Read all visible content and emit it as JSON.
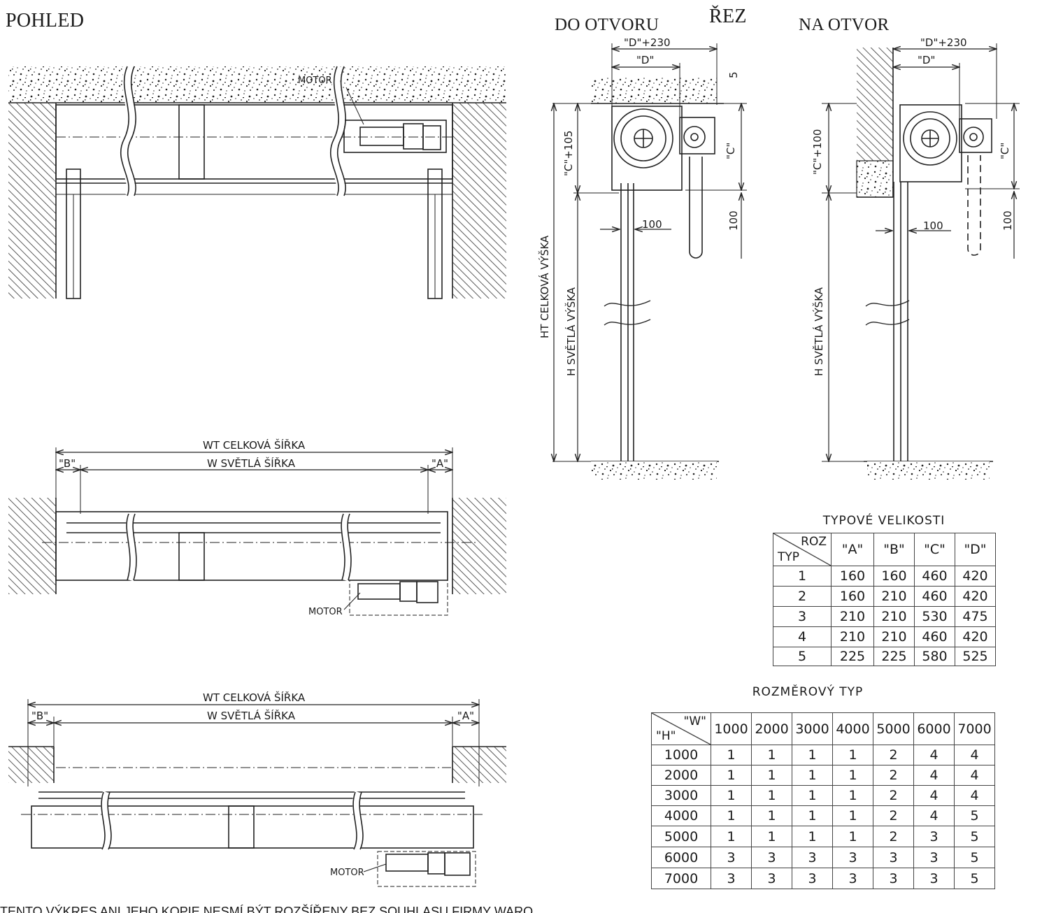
{
  "titles": {
    "view": "POHLED",
    "section": "ŘEZ",
    "into_opening": "DO OTVORU",
    "onto_opening": "NA OTVOR"
  },
  "labels": {
    "motor": "MOTOR",
    "wt": "WT  CELKOVÁ  ŠÍŘKA",
    "w": "W  SVĚTLÁ  ŠÍŘKA",
    "a": "\"A\"",
    "b": "\"B\"",
    "ht": "HT  CELKOVÁ  VÝŠKA",
    "h": "H  SVĚTLÁ  VÝŠKA",
    "d": "\"D\"",
    "d230": "\"D\"+230",
    "c": "\"C\"",
    "c105": "\"C\"+105",
    "c100": "\"C\"+100",
    "n100": "100",
    "n5": "5"
  },
  "table_types": {
    "caption": "TYPOVÉ  VELIKOSTI",
    "corner_top": "ROZ",
    "corner_bottom": "TYP",
    "headers": [
      "\"A\"",
      "\"B\"",
      "\"C\"",
      "\"D\""
    ],
    "rows": [
      {
        "typ": "1",
        "values": [
          "160",
          "160",
          "460",
          "420"
        ]
      },
      {
        "typ": "2",
        "values": [
          "160",
          "210",
          "460",
          "420"
        ]
      },
      {
        "typ": "3",
        "values": [
          "210",
          "210",
          "530",
          "475"
        ]
      },
      {
        "typ": "4",
        "values": [
          "210",
          "210",
          "460",
          "420"
        ]
      },
      {
        "typ": "5",
        "values": [
          "225",
          "225",
          "580",
          "525"
        ]
      }
    ]
  },
  "table_sizes": {
    "caption": "ROZMĚROVÝ  TYP",
    "corner_top": "\"W\"",
    "corner_bottom": "\"H\"",
    "headers": [
      "1000",
      "2000",
      "3000",
      "4000",
      "5000",
      "6000",
      "7000"
    ],
    "rows": [
      {
        "h": "1000",
        "values": [
          "1",
          "1",
          "1",
          "1",
          "2",
          "4",
          "4"
        ]
      },
      {
        "h": "2000",
        "values": [
          "1",
          "1",
          "1",
          "1",
          "2",
          "4",
          "4"
        ]
      },
      {
        "h": "3000",
        "values": [
          "1",
          "1",
          "1",
          "1",
          "2",
          "4",
          "4"
        ]
      },
      {
        "h": "4000",
        "values": [
          "1",
          "1",
          "1",
          "1",
          "2",
          "4",
          "5"
        ]
      },
      {
        "h": "5000",
        "values": [
          "1",
          "1",
          "1",
          "1",
          "2",
          "3",
          "5"
        ]
      },
      {
        "h": "6000",
        "values": [
          "3",
          "3",
          "3",
          "3",
          "3",
          "3",
          "5"
        ]
      },
      {
        "h": "7000",
        "values": [
          "3",
          "3",
          "3",
          "3",
          "3",
          "3",
          "5"
        ]
      }
    ]
  },
  "footer": "TENTO VÝKRES ANI JEHO KOPIE NESMÍ BÝT ROZŠÍŘENY BEZ SOUHLASU FIRMY WARO"
}
